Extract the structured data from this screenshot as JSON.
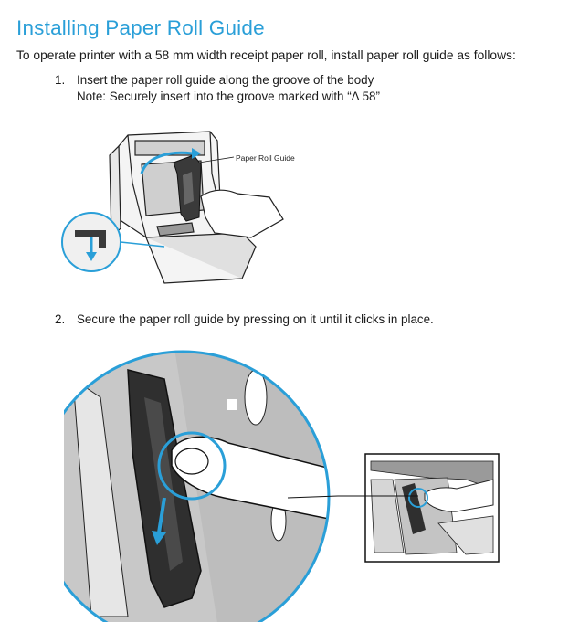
{
  "heading": "Installing Paper Roll Guide",
  "intro": "To operate printer with a 58 mm width receipt paper roll, install paper roll guide as follows:",
  "steps": [
    {
      "number": "1.",
      "text": "Insert the paper roll guide along the groove of the body",
      "note": "Note: Securely insert into the groove marked with “Δ 58”"
    },
    {
      "number": "2.",
      "text": "Secure the paper roll guide by pressing on it until it clicks in place."
    }
  ],
  "figure1": {
    "callout_label": "Paper Roll Guide"
  },
  "colors": {
    "heading": "#2a9fd8",
    "arrow": "#2a9fd8",
    "guide": "#3a3a3a",
    "body_gray": "#bdbdbd"
  }
}
